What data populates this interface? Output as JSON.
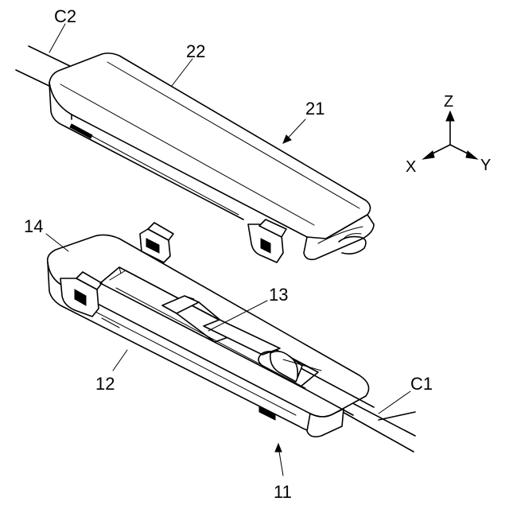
{
  "labels": {
    "c2": "C2",
    "n22": "22",
    "n21": "21",
    "n14": "14",
    "n13": "13",
    "n12": "12",
    "c1": "C1",
    "n11": "11"
  },
  "axes": {
    "z": "Z",
    "x": "X",
    "y": "Y"
  }
}
